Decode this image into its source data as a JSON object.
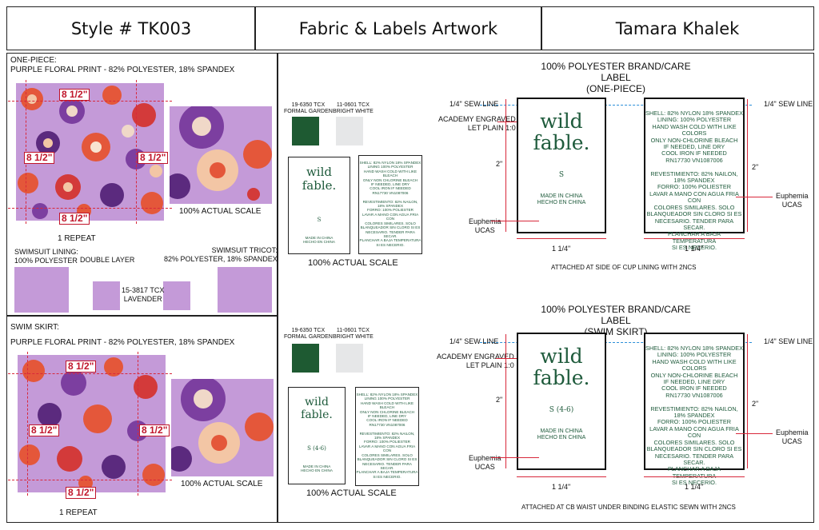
{
  "header": {
    "style": "Style # TK003",
    "title": "Fabric & Labels Artwork",
    "designer": "Tamara Khalek"
  },
  "one_piece": {
    "heading": "ONE-PIECE:",
    "fabric": "PURPLE FLORAL PRINT - 82% POLYESTER, 18% SPANDEX",
    "repeat_label": "1 REPEAT",
    "actual_scale": "100% ACTUAL SCALE",
    "measure": "8 1/2\"",
    "lining_title": "SWIMSUIT LINING:\n100% POLYESTER",
    "double_layer": "DOUBLE LAYER",
    "tricot_title": "SWIMSUIT TRICOT:\n82% POLYESTER, 18% SPANDEX",
    "lavender_code": "15-3817 TCX\nLAVENDER"
  },
  "swim_skirt": {
    "heading": "SWIM  SKIRT:",
    "fabric": "PURPLE FLORAL PRINT - 82% POLYESTER, 18% SPANDEX",
    "repeat_label": "1 REPEAT",
    "actual_scale": "100% ACTUAL SCALE",
    "measure": "8 1/2\""
  },
  "swatches": {
    "green_code": "19-6350 TCX\nFORMAL GARDEN",
    "white_code": "11-0601 TCX\nBRIGHT WHITE",
    "actual_scale": "100% ACTUAL SCALE",
    "green_color": "#1e5a32",
    "white_color": "#e6e7e8"
  },
  "brand": {
    "line1": "wild",
    "line2": "fable.",
    "size_top": "S",
    "size_bottom": "S (4-6)",
    "made_in": "MADE IN CHINA\nHECHO EN CHINA"
  },
  "care_small_text": "SHELL: 82% NYLON 18% SPANDEX\nLINING 100% POLYESTER\nHAND WASH COLD WITH LIKE BLEACH\nONLY NON CHLORINE BLEACH\nIF NEEDED, LINE DRY\nCOOL IRON IF NEEDED\nRN17730 VN1087006\n\nREVESTIMIENTO: 82% NAILON,\n18% SPANDEX\nFORRO: 100% POLIESTER\nLAVAR A MANO CON AGUA FRIA CON\nCOLORES SIMILARES. SOLO\nBLANQUEADOR SIN CLORO SI ES\nNECESARIO. TENDER PARA SECAR.\nPLANCHAR A BAJA TEMPERATURA\nSI ES NECERIO.",
  "care_big_text": "SHELL: 82% NYLON 18% SPANDEX\nLINING: 100% POLYESTER\nHAND WASH COLD WITH LIKE COLORS\nONLY NON-CHLORINE BLEACH\nIF NEEDED, LINE DRY\nCOOL IRON IF NEEDED\nRN17730 VN1087006\n\nREVESTIMIENTO: 82% NAILON,\n18% SPANDEX\nFORRO: 100% POLIESTER\nLAVAR A MANO CON AGUA FRIA CON\nCOLORES SIMILARES. SOLO\nBLANQUEADOR SIN CLORO SI ES\nNECESARIO. TENDER PARA SECAR.\nPLANCHAR A BAJA TEMPERATURA\nSI ES NECERIO.",
  "label_top": {
    "title": "100% POLYESTER BRAND/CARE LABEL\n(ONE-PIECE)",
    "attached": "ATTACHED AT SIDE OF CUP LINING WITH 2NCS"
  },
  "label_bottom": {
    "title": "100% POLYESTER BRAND/CARE LABEL\n(SWIM SKIRT)",
    "attached": "ATTACHED AT CB WAIST UNDER BINDING ELASTIC SEWN WITH 2NCS"
  },
  "annotations": {
    "sew_line": "1/4\" SEW LINE",
    "engraved": "ACADEMY ENGRAVED\nLET PLAIN 1:0",
    "euphemia": "Euphemia\nUCAS",
    "height": "2\"",
    "width": "1 1/4\""
  }
}
